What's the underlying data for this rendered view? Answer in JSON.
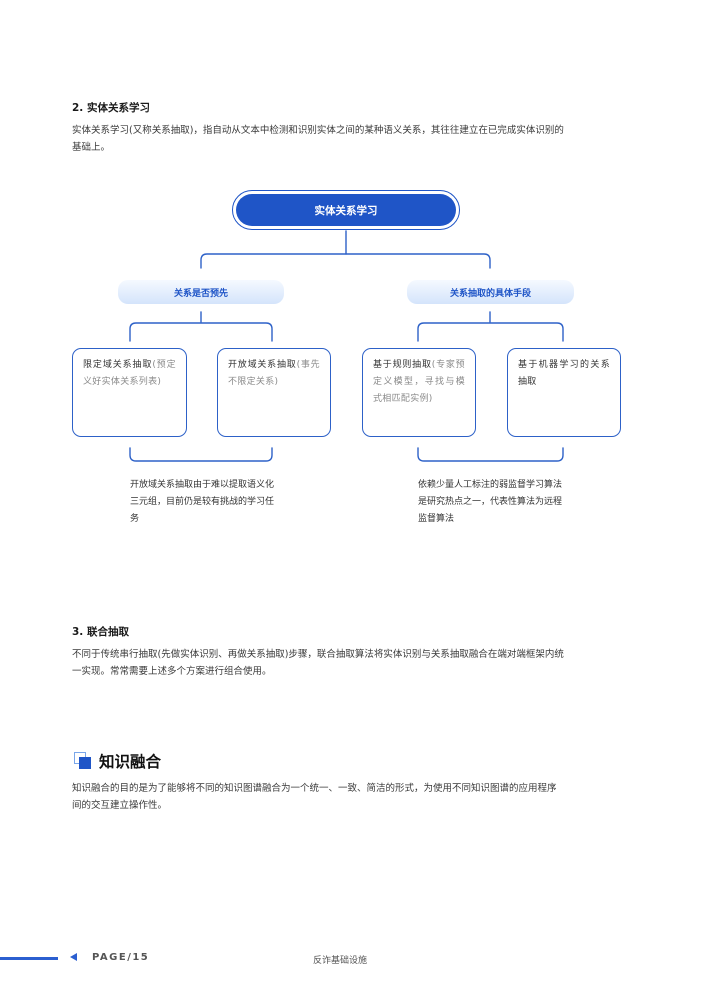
{
  "section2": {
    "title": "2. 实体关系学习",
    "para_line1": "实体关系学习(又称关系抽取)，指自动从文本中检测和识别实体之间的某种语义关系，其往往建立在已完成实体识别的",
    "para_line2": "基础上。"
  },
  "diagram": {
    "root": "实体关系学习",
    "left_branch": "关系是否预先",
    "right_branch": "关系抽取的具体手段",
    "leaves": [
      {
        "dark": "限定域关系抽取",
        "grey": "(预定义好实体关系列表)"
      },
      {
        "dark": "开放域关系抽取",
        "grey": "(事先不限定关系)"
      },
      {
        "dark": "基于规则抽取",
        "grey": "(专家预定义模型，寻找与模式相匹配实例)"
      },
      {
        "dark": "基于机器学习的关系抽取",
        "grey": ""
      }
    ],
    "left_note": "开放域关系抽取由于难以提取语义化三元组，目前仍是较有挑战的学习任务",
    "right_note": "依赖少量人工标注的弱监督学习算法是研究热点之一，代表性算法为远程监督算法"
  },
  "section3": {
    "title": "3. 联合抽取",
    "para_line1": "不同于传统串行抽取(先做实体识别、再做关系抽取)步骤，联合抽取算法将实体识别与关系抽取融合在端对端框架内统",
    "para_line2": "一实现。常常需要上述多个方案进行组合使用。"
  },
  "fusion": {
    "title": "知识融合",
    "para_line1": "知识融合的目的是为了能够将不同的知识图谱融合为一个统一、一致、简洁的形式，为使用不同知识图谱的应用程序",
    "para_line2": "间的交互建立操作性。"
  },
  "footer": {
    "page": "PAGE/15",
    "doc_name": "反诈基础设施"
  },
  "colors": {
    "brand_blue": "#1f55c7",
    "light_blue": "#d4e4fb",
    "footer_blue": "#2b5fd0"
  }
}
